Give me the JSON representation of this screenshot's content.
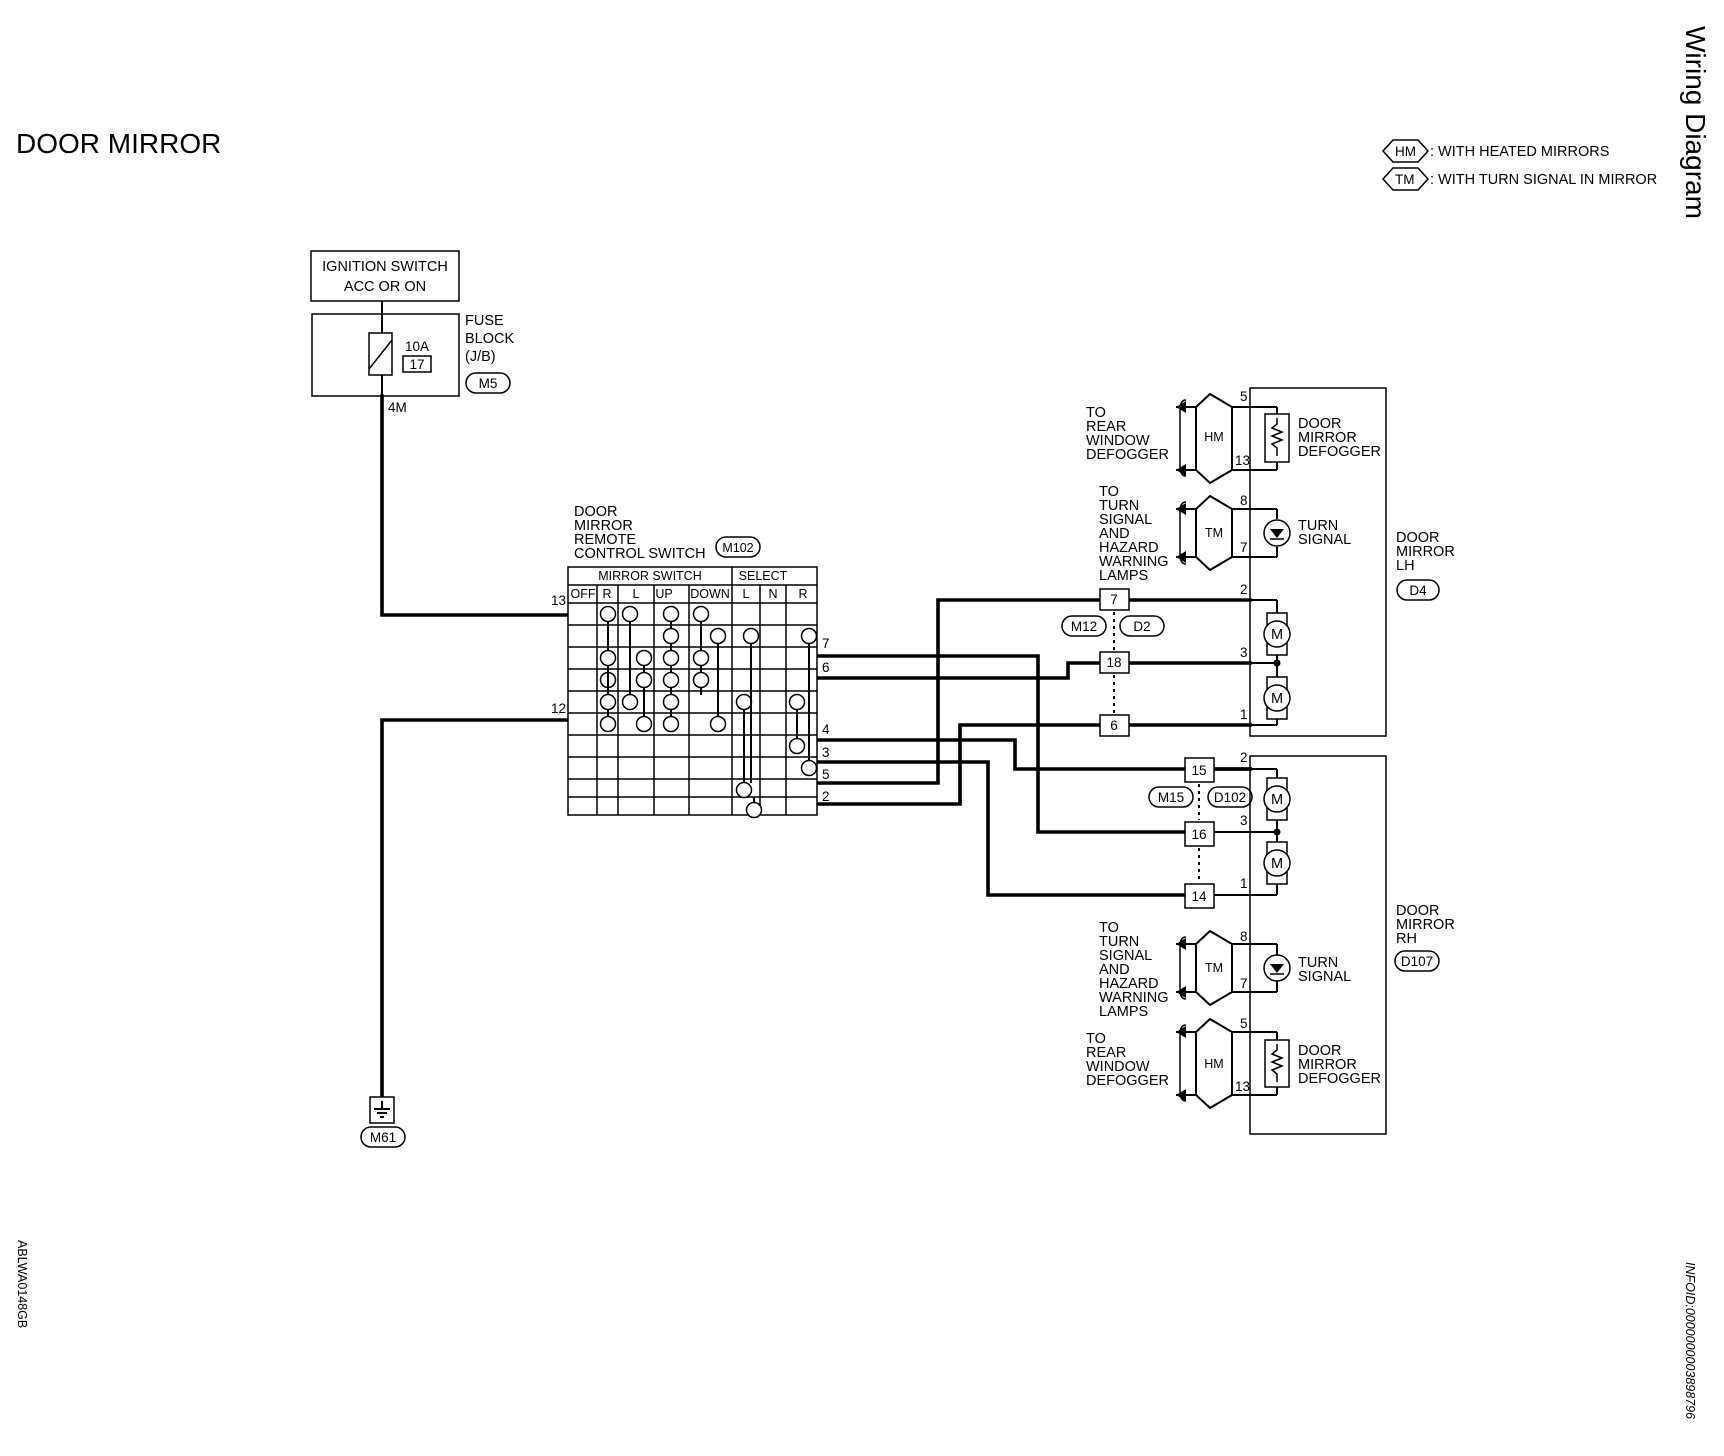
{
  "title": "DOOR MIRROR",
  "side_title": "Wiring Diagram",
  "figure_id": "ABLWA0148GB",
  "info_id": "INFOID:0000000003898796",
  "legend": [
    {
      "code": "HM",
      "desc": ": WITH HEATED MIRRORS"
    },
    {
      "code": "TM",
      "desc": ": WITH TURN SIGNAL IN MIRROR"
    }
  ],
  "ignition": {
    "line1": "IGNITION SWITCH",
    "line2": "ACC OR ON"
  },
  "fuse_block": {
    "line1": "FUSE",
    "line2": "BLOCK",
    "line3": "(J/B)",
    "amp": "10A",
    "fuse_no": "17",
    "connector": "M5",
    "pin": "4M"
  },
  "remote_switch": {
    "label": [
      "DOOR",
      "MIRROR",
      "REMOTE",
      "CONTROL SWITCH"
    ],
    "connector": "M102",
    "group_mirror": "MIRROR SWITCH",
    "group_select": "SELECT",
    "columns": [
      "OFF",
      "R",
      "L",
      "UP",
      "DOWN",
      "L",
      "N",
      "R"
    ],
    "left_pins": [
      "13",
      "12"
    ],
    "right_pins": [
      "7",
      "6",
      "4",
      "3",
      "5",
      "2"
    ]
  },
  "ground": {
    "connector": "M61"
  },
  "mirror_lh": {
    "label": [
      "DOOR",
      "MIRROR",
      "LH"
    ],
    "connector": "D4",
    "pins": [
      "5",
      "13",
      "8",
      "7",
      "2",
      "3",
      "1"
    ],
    "defogger": [
      "DOOR",
      "MIRROR",
      "DEFOGGER"
    ],
    "turn": [
      "TURN",
      "SIGNAL"
    ],
    "to_defogger": [
      "TO",
      "REAR",
      "WINDOW",
      "DEFOGGER"
    ],
    "to_turn": [
      "TO",
      "TURN",
      "SIGNAL",
      "AND",
      "HAZARD",
      "WARNING",
      "LAMPS"
    ],
    "hm": "HM",
    "tm": "TM",
    "joint": {
      "left": "M12",
      "right": "D2",
      "pins": [
        "7",
        "18",
        "6"
      ]
    }
  },
  "mirror_rh": {
    "label": [
      "DOOR",
      "MIRROR",
      "RH"
    ],
    "connector": "D107",
    "pins": [
      "2",
      "3",
      "1",
      "8",
      "7",
      "5",
      "13"
    ],
    "defogger": [
      "DOOR",
      "MIRROR",
      "DEFOGGER"
    ],
    "turn": [
      "TURN",
      "SIGNAL"
    ],
    "to_defogger": [
      "TO",
      "REAR",
      "WINDOW",
      "DEFOGGER"
    ],
    "to_turn": [
      "TO",
      "TURN",
      "SIGNAL",
      "AND",
      "HAZARD",
      "WARNING",
      "LAMPS"
    ],
    "hm": "HM",
    "tm": "TM",
    "joint": {
      "left": "M15",
      "right": "D102",
      "pins": [
        "15",
        "16",
        "14"
      ]
    }
  },
  "motor_symbol": "M"
}
